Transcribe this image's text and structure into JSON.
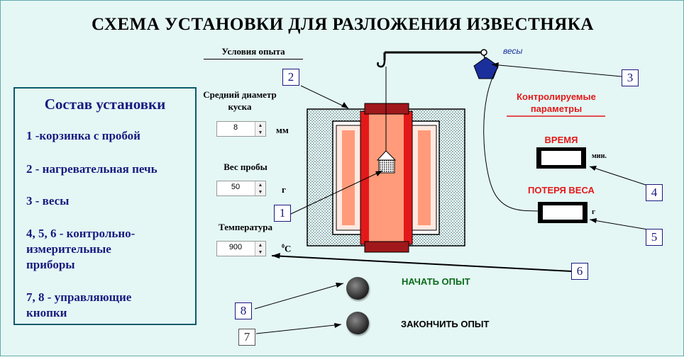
{
  "title": "СХЕМА УСТАНОВКИ ДЛЯ РАЗЛОЖЕНИЯ ИЗВЕСТНЯКА",
  "legend": {
    "title": "Состав установки",
    "items": [
      "1 -корзинка с пробой",
      "2 - нагревательная печь",
      "3 - весы",
      "4, 5, 6 - контрольно-измерительные приборы",
      "7, 8 - управляющие кнопки"
    ]
  },
  "conditions": {
    "header": "Условия опыта",
    "diameter": {
      "label": "Средний диаметр куска",
      "value": "8",
      "unit": "мм"
    },
    "weight": {
      "label": "Вес пробы",
      "value": "50",
      "unit": "г"
    },
    "temperature": {
      "label": "Температура",
      "value": "900",
      "unit": "°C",
      "unit_super": "0",
      "unit_main": "C"
    }
  },
  "scale_label": "весы",
  "monitored": {
    "header": "Контролируемые параметры",
    "time_label": "ВРЕМЯ",
    "time_unit": "мин.",
    "loss_label": "ПОТЕРЯ ВЕСА",
    "loss_unit": "г"
  },
  "buttons": {
    "start_label": "НАЧАТЬ ОПЫТ",
    "stop_label": "ЗАКОНЧИТЬ ОПЫТ"
  },
  "callouts": [
    "1",
    "2",
    "3",
    "4",
    "5",
    "6",
    "7",
    "8"
  ],
  "colors": {
    "background": "#e4f7f5",
    "legend_text": "#1a1a80",
    "accent_red": "#e31919",
    "start_green": "#0a6b1a",
    "furnace_core": "#ff9b7a",
    "furnace_wall": "#e31919",
    "scale_pentagon": "#1a2f9c"
  }
}
